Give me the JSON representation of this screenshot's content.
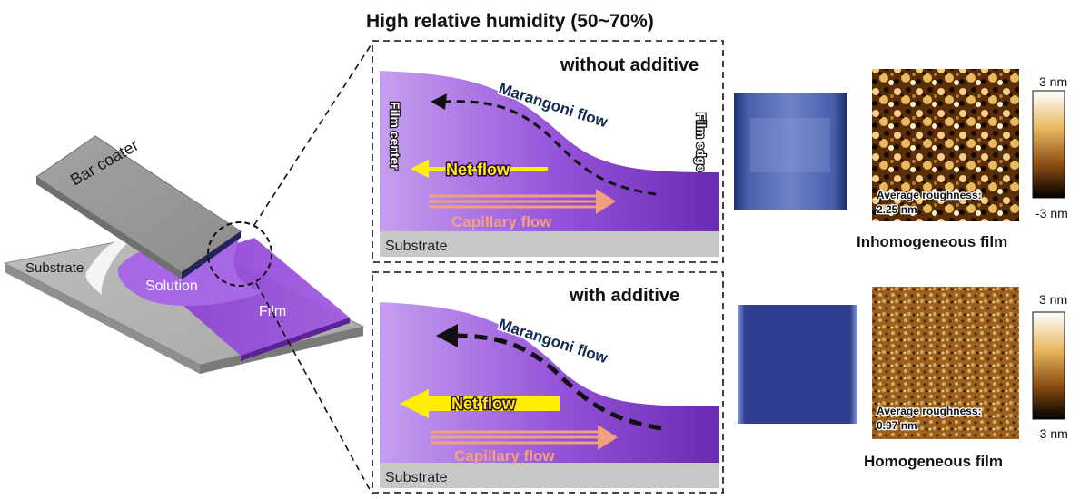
{
  "header": {
    "title": "High relative humidity (50~70%)"
  },
  "coater": {
    "bar_label": "Bar coater",
    "substrate_label": "Substrate",
    "solution_label": "Solution",
    "film_label": "Film"
  },
  "panel_top": {
    "title": "without additive",
    "marangoni_label": "Marangoni flow",
    "net_label": "Net flow",
    "capillary_label": "Capillary flow",
    "substrate_label": "Substrate",
    "left_label": "Film center",
    "right_label": "Film edge"
  },
  "panel_bottom": {
    "title": "with additive",
    "marangoni_label": "Marangoni flow",
    "net_label": "Net flow",
    "capillary_label": "Capillary flow",
    "substrate_label": "Substrate"
  },
  "result_top": {
    "roughness_label": "Average roughness:",
    "roughness_value": "2.25 nm",
    "caption": "Inhomogeneous film",
    "scale_max": "3 nm",
    "scale_min": "-3 nm"
  },
  "result_bottom": {
    "roughness_label": "Average roughness:",
    "roughness_value": "0.97 nm",
    "caption": "Homogeneous film",
    "scale_max": "3 nm",
    "scale_min": "-3 nm"
  },
  "colors": {
    "solution_purple": "#9b59d6",
    "solution_deep": "#6a2bb0",
    "film_blue": "#2c3e8c",
    "net_flow_yellow": "#ffee00",
    "capillary_salmon": "#f0a080",
    "substrate_grey": "#c8c8c8"
  },
  "icons": [
    "dashed-leader-lines",
    "marangoni-arrow",
    "net-flow-arrow",
    "capillary-arrow"
  ]
}
